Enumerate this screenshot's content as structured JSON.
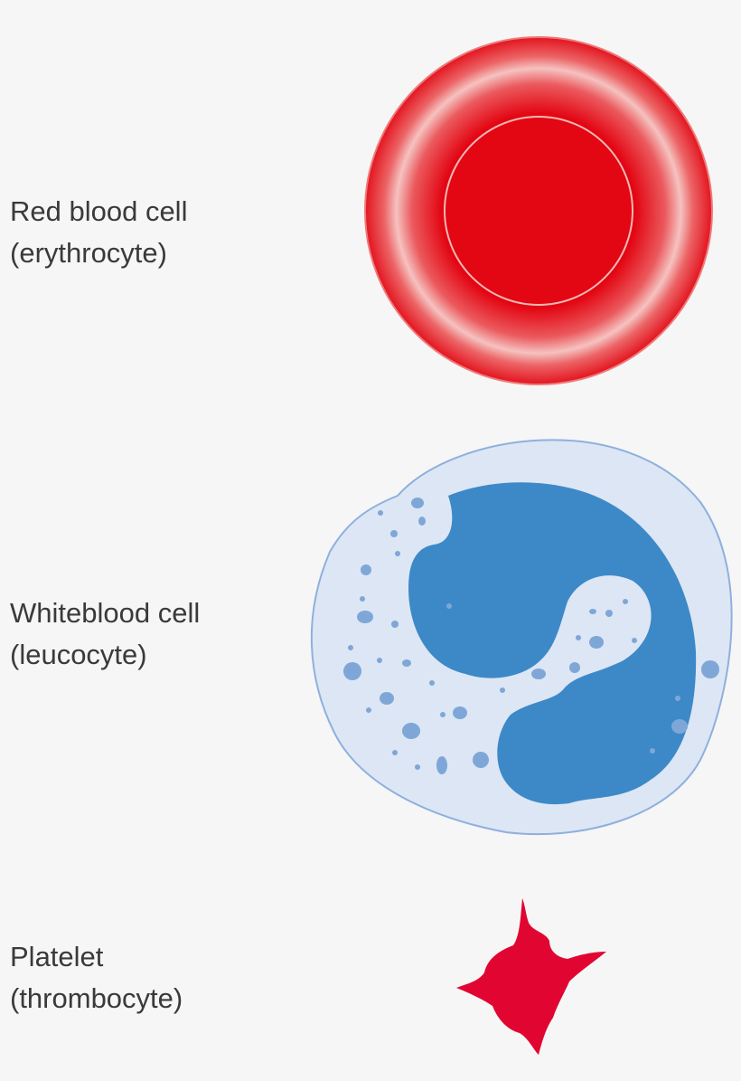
{
  "cells": {
    "rbc": {
      "name": "Red blood cell",
      "alt": "(erythrocyte)",
      "color": "#e30613"
    },
    "wbc": {
      "name": "Whiteblood cell",
      "alt": "(leucocyte)",
      "color": "#3d89c8"
    },
    "platelet": {
      "name": "Platelet",
      "alt": "(thrombocyte)",
      "color": "#e10632"
    }
  }
}
